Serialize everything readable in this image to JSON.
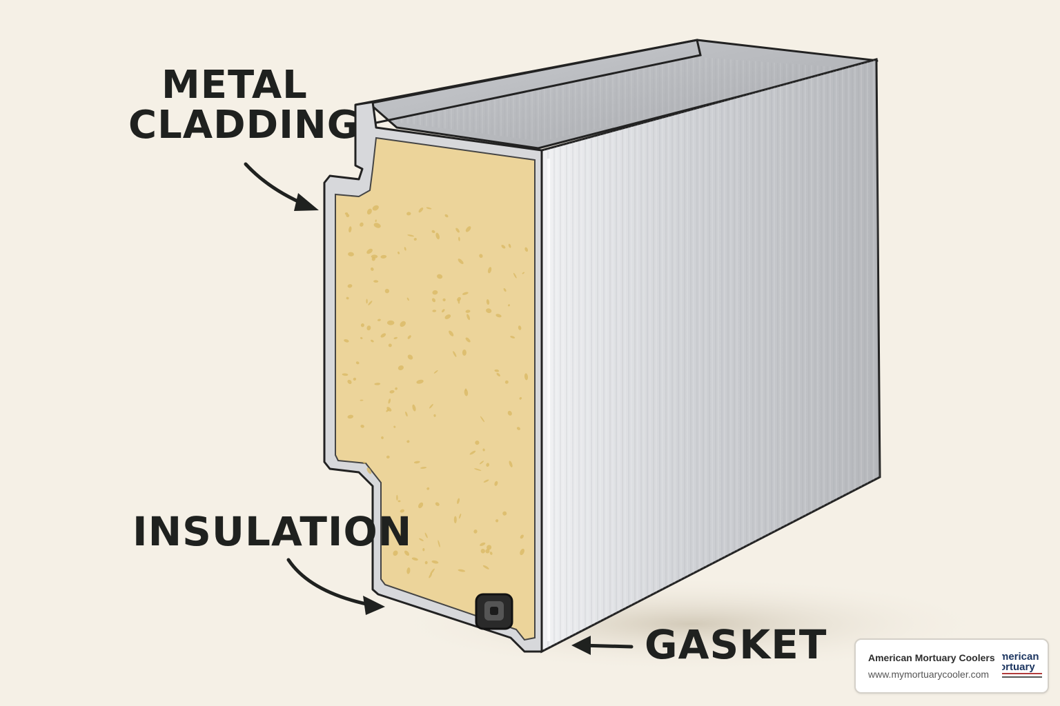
{
  "labels": {
    "metal_line1": "METAL",
    "metal_line2": "CLADDING",
    "insulation": "INSULATION",
    "gasket": "GASKET"
  },
  "credit": {
    "name": "American Mortuary Coolers",
    "url": "www.mymortuarycooler.com",
    "logo_line1": "merican",
    "logo_line2": "ortuary"
  },
  "colors": {
    "background": "#f5f0e6",
    "foam": "#ecd49a",
    "foam_speck": "#d9b862",
    "metal_light": "#dcdde0",
    "metal_dark": "#a9abb0",
    "outline": "#222222"
  }
}
